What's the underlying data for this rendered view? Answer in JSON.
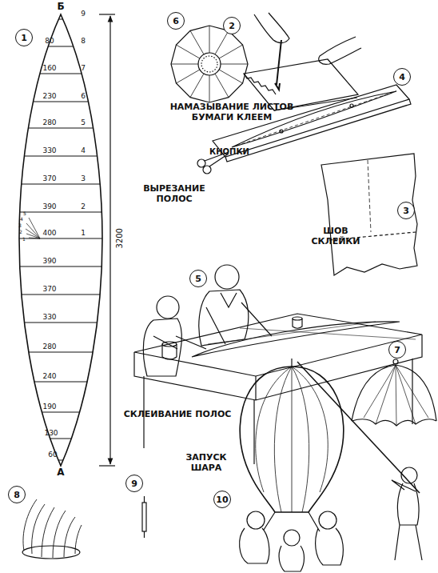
{
  "diagram": {
    "nodes": [
      {
        "text": [
          "1"
        ]
      },
      {
        "text": [
          "6"
        ]
      },
      {
        "text": [
          "2"
        ]
      },
      {
        "text": [
          "4"
        ]
      },
      {
        "text": [
          "3"
        ]
      },
      {
        "text": [
          "5"
        ]
      },
      {
        "text": [
          "7"
        ]
      },
      {
        "text": [
          "8"
        ]
      },
      {
        "text": [
          "9"
        ]
      },
      {
        "text": [
          "10"
        ]
      }
    ],
    "labels": [
      "Б",
      "9",
      "80",
      "8",
      "160",
      "7",
      "230",
      "6",
      "280",
      "5",
      "330",
      "4",
      "370",
      "3",
      "390",
      "2",
      "400",
      "1",
      "390",
      "370",
      "330",
      "280",
      "240",
      "190",
      "130",
      "60",
      "А",
      "3200",
      "5",
      "4",
      "3",
      "2",
      "1",
      "НАМАЗЫВАНИЕ ЛИСТОВ БУМАГИ КЛЕЕМ",
      "КНОПКИ",
      "ВЫРЕЗАНИЕ ПОЛОС",
      "ШОВ СКЛЕЙКИ",
      "СКЛЕИВАНИЕ ПОЛОС",
      "ЗАПУСК ШАРА"
    ]
  }
}
